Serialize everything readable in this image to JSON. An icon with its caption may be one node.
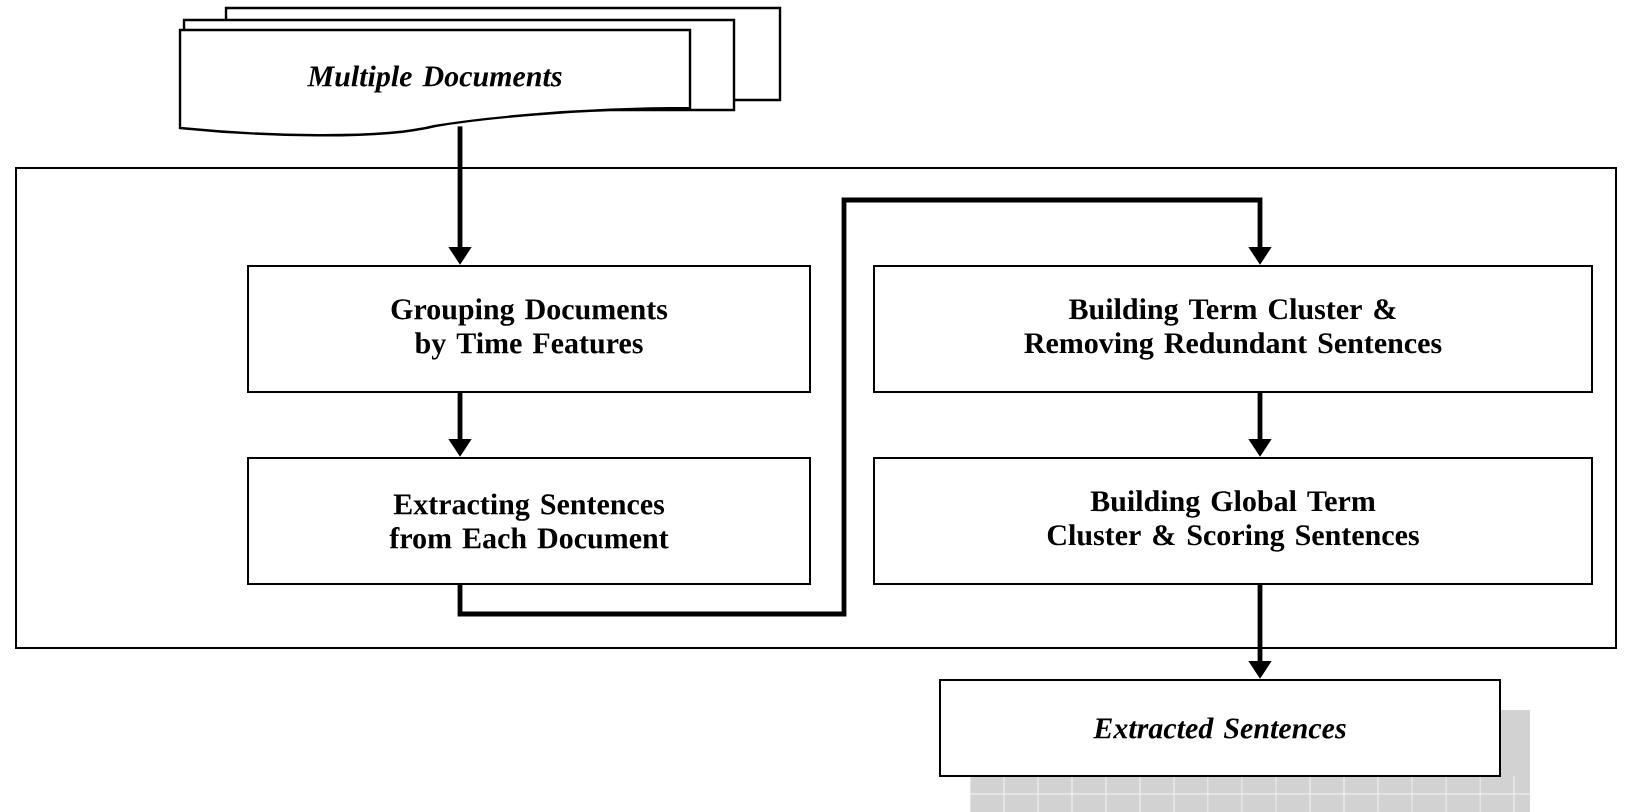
{
  "diagram": {
    "nodes": [
      {
        "text": [
          "Multiple Documents"
        ]
      },
      {
        "text": [],
        "shape": "box"
      },
      {
        "text": [
          "Grouping Documents by Time Features"
        ],
        "in": 1
      },
      {
        "text": [
          "Extracting Sentences from Each Document"
        ],
        "in": 1
      },
      {
        "text": [
          "Building Term Cluster & Removing Redundant Sentences"
        ],
        "in": 1
      },
      {
        "text": [
          "Building Global Term Cluster & Scoring Sentences"
        ],
        "in": 1
      },
      {
        "text": [
          "Extracted Sentences"
        ]
      }
    ],
    "edges": [
      {
        "from": 0,
        "to": 2,
        "arrow": "to"
      },
      {
        "from": 2,
        "to": 3,
        "arrow": "to"
      },
      {
        "from": 3,
        "to": 4,
        "arrow": "to"
      },
      {
        "from": 4,
        "to": 5,
        "arrow": "to"
      },
      {
        "from": 5,
        "to": 6,
        "arrow": "to"
      }
    ]
  }
}
